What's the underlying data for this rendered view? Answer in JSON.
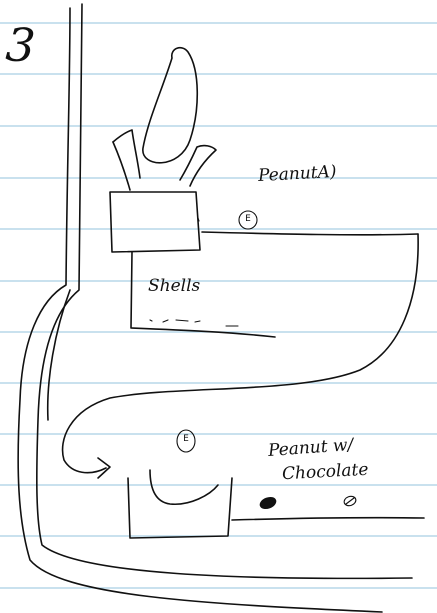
{
  "page_number": "3",
  "labels": {
    "peanut": "PeanutA)",
    "shells": "Shells",
    "peanut_with_chocolate_line1": "Peanut w/",
    "peanut_with_chocolate_line2": "Chocolate"
  },
  "badges": {
    "first": "E",
    "second": "E"
  },
  "colors": {
    "paper": "#ffffff",
    "ruled_lines": "#a9cfe3",
    "ink": "#111111"
  }
}
